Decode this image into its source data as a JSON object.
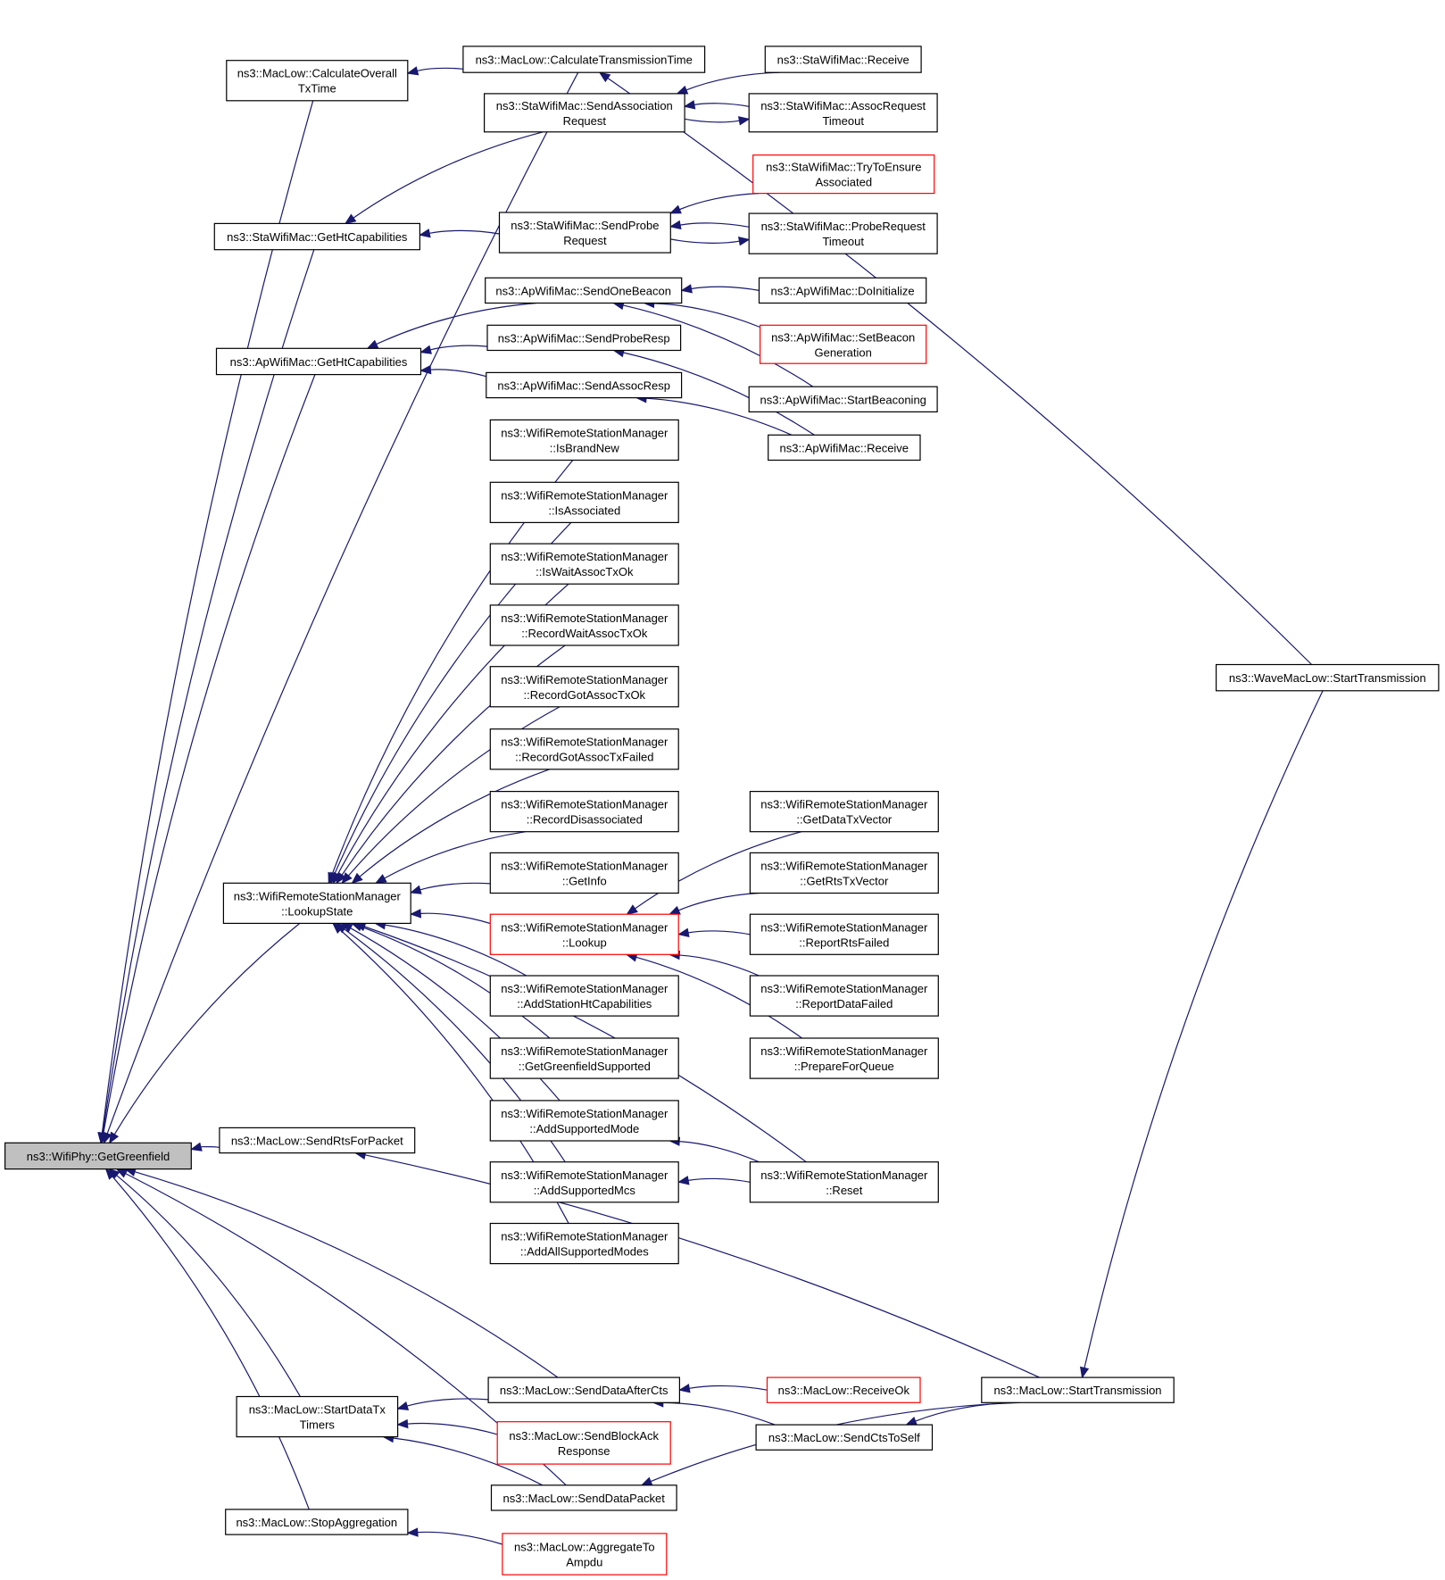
{
  "graph": {
    "title": "",
    "colors": {
      "edge": "#191970",
      "node_border": "#000000",
      "truncated_border": "#ff0000",
      "root_fill": "#c0c0c0"
    },
    "nodes": [
      {
        "id": "n_root",
        "lines": [
          "ns3::WifiPhy::GetGreenfield"
        ],
        "root": true
      },
      {
        "id": "n_calcoverall",
        "lines": [
          "ns3::MacLow::CalculateOverall",
          "TxTime"
        ]
      },
      {
        "id": "n_calctrans",
        "lines": [
          "ns3::MacLow::CalculateTransmissionTime"
        ]
      },
      {
        "id": "n_wave_starttx",
        "lines": [
          "ns3::WaveMacLow::StartTransmission"
        ]
      },
      {
        "id": "n_sta_recv",
        "lines": [
          "ns3::StaWifiMac::Receive"
        ]
      },
      {
        "id": "n_sta_sendassoc",
        "lines": [
          "ns3::StaWifiMac::SendAssociation",
          "Request"
        ]
      },
      {
        "id": "n_sta_assoctimeout",
        "lines": [
          "ns3::StaWifiMac::AssocRequest",
          "Timeout"
        ]
      },
      {
        "id": "n_sta_trytoensure",
        "lines": [
          "ns3::StaWifiMac::TryToEnsure",
          "Associated"
        ],
        "truncated": true
      },
      {
        "id": "n_sta_gethtcap",
        "lines": [
          "ns3::StaWifiMac::GetHtCapabilities"
        ]
      },
      {
        "id": "n_sta_sendprobe",
        "lines": [
          "ns3::StaWifiMac::SendProbe",
          "Request"
        ]
      },
      {
        "id": "n_sta_probetimeout",
        "lines": [
          "ns3::StaWifiMac::ProbeRequest",
          "Timeout"
        ]
      },
      {
        "id": "n_ap_sendonebeacon",
        "lines": [
          "ns3::ApWifiMac::SendOneBeacon"
        ]
      },
      {
        "id": "n_ap_doinit",
        "lines": [
          "ns3::ApWifiMac::DoInitialize"
        ]
      },
      {
        "id": "n_ap_setbeacon",
        "lines": [
          "ns3::ApWifiMac::SetBeacon",
          "Generation"
        ],
        "truncated": true
      },
      {
        "id": "n_ap_gethtcap",
        "lines": [
          "ns3::ApWifiMac::GetHtCapabilities"
        ]
      },
      {
        "id": "n_ap_sendproberesp",
        "lines": [
          "ns3::ApWifiMac::SendProbeResp"
        ]
      },
      {
        "id": "n_ap_sendassocresp",
        "lines": [
          "ns3::ApWifiMac::SendAssocResp"
        ]
      },
      {
        "id": "n_ap_startbeacon",
        "lines": [
          "ns3::ApWifiMac::StartBeaconing"
        ]
      },
      {
        "id": "n_ap_recv",
        "lines": [
          "ns3::ApWifiMac::Receive"
        ]
      },
      {
        "id": "n_wrsm_isbrandnew",
        "lines": [
          "ns3::WifiRemoteStationManager",
          "::IsBrandNew"
        ]
      },
      {
        "id": "n_wrsm_isassoc",
        "lines": [
          "ns3::WifiRemoteStationManager",
          "::IsAssociated"
        ]
      },
      {
        "id": "n_wrsm_iswait",
        "lines": [
          "ns3::WifiRemoteStationManager",
          "::IsWaitAssocTxOk"
        ]
      },
      {
        "id": "n_wrsm_recwait",
        "lines": [
          "ns3::WifiRemoteStationManager",
          "::RecordWaitAssocTxOk"
        ]
      },
      {
        "id": "n_wrsm_recgotok",
        "lines": [
          "ns3::WifiRemoteStationManager",
          "::RecordGotAssocTxOk"
        ]
      },
      {
        "id": "n_wrsm_recgotfailed",
        "lines": [
          "ns3::WifiRemoteStationManager",
          "::RecordGotAssocTxFailed"
        ]
      },
      {
        "id": "n_wrsm_recdisassoc",
        "lines": [
          "ns3::WifiRemoteStationManager",
          "::RecordDisassociated"
        ]
      },
      {
        "id": "n_wrsm_getinfo",
        "lines": [
          "ns3::WifiRemoteStationManager",
          "::GetInfo"
        ]
      },
      {
        "id": "n_wrsm_lookupstate",
        "lines": [
          "ns3::WifiRemoteStationManager",
          "::LookupState"
        ]
      },
      {
        "id": "n_wrsm_lookup",
        "lines": [
          "ns3::WifiRemoteStationManager",
          "::Lookup"
        ],
        "truncated": true
      },
      {
        "id": "n_wrsm_addhtcap",
        "lines": [
          "ns3::WifiRemoteStationManager",
          "::AddStationHtCapabilities"
        ]
      },
      {
        "id": "n_wrsm_getgreen",
        "lines": [
          "ns3::WifiRemoteStationManager",
          "::GetGreenfieldSupported"
        ]
      },
      {
        "id": "n_wrsm_addmode",
        "lines": [
          "ns3::WifiRemoteStationManager",
          "::AddSupportedMode"
        ]
      },
      {
        "id": "n_wrsm_addmcs",
        "lines": [
          "ns3::WifiRemoteStationManager",
          "::AddSupportedMcs"
        ]
      },
      {
        "id": "n_wrsm_addall",
        "lines": [
          "ns3::WifiRemoteStationManager",
          "::AddAllSupportedModes"
        ]
      },
      {
        "id": "n_wrsm_getdatatx",
        "lines": [
          "ns3::WifiRemoteStationManager",
          "::GetDataTxVector"
        ]
      },
      {
        "id": "n_wrsm_getrtstx",
        "lines": [
          "ns3::WifiRemoteStationManager",
          "::GetRtsTxVector"
        ]
      },
      {
        "id": "n_wrsm_reprts",
        "lines": [
          "ns3::WifiRemoteStationManager",
          "::ReportRtsFailed"
        ]
      },
      {
        "id": "n_wrsm_repdata",
        "lines": [
          "ns3::WifiRemoteStationManager",
          "::ReportDataFailed"
        ]
      },
      {
        "id": "n_wrsm_prepare",
        "lines": [
          "ns3::WifiRemoteStationManager",
          "::PrepareForQueue"
        ]
      },
      {
        "id": "n_wrsm_reset",
        "lines": [
          "ns3::WifiRemoteStationManager",
          "::Reset"
        ]
      },
      {
        "id": "n_sendrts",
        "lines": [
          "ns3::MacLow::SendRtsForPacket"
        ]
      },
      {
        "id": "n_startdatatx",
        "lines": [
          "ns3::MacLow::StartDataTx",
          "Timers"
        ]
      },
      {
        "id": "n_senddataaftercts",
        "lines": [
          "ns3::MacLow::SendDataAfterCts"
        ]
      },
      {
        "id": "n_receiveok",
        "lines": [
          "ns3::MacLow::ReceiveOk"
        ],
        "truncated": true
      },
      {
        "id": "n_starttx",
        "lines": [
          "ns3::MacLow::StartTransmission"
        ]
      },
      {
        "id": "n_sendctstoself",
        "lines": [
          "ns3::MacLow::SendCtsToSelf"
        ]
      },
      {
        "id": "n_sendblockack",
        "lines": [
          "ns3::MacLow::SendBlockAck",
          "Response"
        ],
        "truncated": true
      },
      {
        "id": "n_senddatapacket",
        "lines": [
          "ns3::MacLow::SendDataPacket"
        ]
      },
      {
        "id": "n_stopagg",
        "lines": [
          "ns3::MacLow::StopAggregation"
        ]
      },
      {
        "id": "n_aggtoampdu",
        "lines": [
          "ns3::MacLow::AggregateTo",
          "Ampdu"
        ],
        "truncated": true
      }
    ],
    "edges": [
      {
        "from": "n_calcoverall",
        "to": "n_root"
      },
      {
        "from": "n_calctrans",
        "to": "n_root"
      },
      {
        "from": "n_sta_gethtcap",
        "to": "n_root"
      },
      {
        "from": "n_ap_gethtcap",
        "to": "n_root"
      },
      {
        "from": "n_wrsm_lookupstate",
        "to": "n_root"
      },
      {
        "from": "n_sendrts",
        "to": "n_root"
      },
      {
        "from": "n_senddataaftercts",
        "to": "n_root"
      },
      {
        "from": "n_startdatatx",
        "to": "n_root"
      },
      {
        "from": "n_senddatapacket",
        "to": "n_root"
      },
      {
        "from": "n_stopagg",
        "to": "n_root"
      },
      {
        "from": "n_calctrans",
        "to": "n_calcoverall"
      },
      {
        "from": "n_wave_starttx",
        "to": "n_calctrans"
      },
      {
        "from": "n_sta_sendassoc",
        "to": "n_sta_gethtcap"
      },
      {
        "from": "n_sta_sendprobe",
        "to": "n_sta_gethtcap"
      },
      {
        "from": "n_sta_recv",
        "to": "n_sta_sendassoc"
      },
      {
        "from": "n_sta_assoctimeout",
        "to": "n_sta_sendassoc"
      },
      {
        "from": "n_sta_sendassoc",
        "to": "n_sta_assoctimeout"
      },
      {
        "from": "n_sta_trytoensure",
        "to": "n_sta_sendprobe"
      },
      {
        "from": "n_sta_probetimeout",
        "to": "n_sta_sendprobe"
      },
      {
        "from": "n_sta_sendprobe",
        "to": "n_sta_probetimeout"
      },
      {
        "from": "n_ap_sendonebeacon",
        "to": "n_ap_gethtcap"
      },
      {
        "from": "n_ap_sendproberesp",
        "to": "n_ap_gethtcap"
      },
      {
        "from": "n_ap_sendassocresp",
        "to": "n_ap_gethtcap"
      },
      {
        "from": "n_ap_doinit",
        "to": "n_ap_sendonebeacon"
      },
      {
        "from": "n_ap_setbeacon",
        "to": "n_ap_sendonebeacon"
      },
      {
        "from": "n_ap_startbeacon",
        "to": "n_ap_sendonebeacon"
      },
      {
        "from": "n_ap_recv",
        "to": "n_ap_sendproberesp"
      },
      {
        "from": "n_ap_recv",
        "to": "n_ap_sendassocresp"
      },
      {
        "from": "n_wrsm_isbrandnew",
        "to": "n_wrsm_lookupstate"
      },
      {
        "from": "n_wrsm_isassoc",
        "to": "n_wrsm_lookupstate"
      },
      {
        "from": "n_wrsm_iswait",
        "to": "n_wrsm_lookupstate"
      },
      {
        "from": "n_wrsm_recwait",
        "to": "n_wrsm_lookupstate"
      },
      {
        "from": "n_wrsm_recgotok",
        "to": "n_wrsm_lookupstate"
      },
      {
        "from": "n_wrsm_recgotfailed",
        "to": "n_wrsm_lookupstate"
      },
      {
        "from": "n_wrsm_recdisassoc",
        "to": "n_wrsm_lookupstate"
      },
      {
        "from": "n_wrsm_getinfo",
        "to": "n_wrsm_lookupstate"
      },
      {
        "from": "n_wrsm_lookup",
        "to": "n_wrsm_lookupstate"
      },
      {
        "from": "n_wrsm_addhtcap",
        "to": "n_wrsm_lookupstate"
      },
      {
        "from": "n_wrsm_getgreen",
        "to": "n_wrsm_lookupstate"
      },
      {
        "from": "n_wrsm_addmode",
        "to": "n_wrsm_lookupstate"
      },
      {
        "from": "n_wrsm_addmcs",
        "to": "n_wrsm_lookupstate"
      },
      {
        "from": "n_wrsm_addall",
        "to": "n_wrsm_lookupstate"
      },
      {
        "from": "n_wrsm_reset",
        "to": "n_wrsm_lookupstate"
      },
      {
        "from": "n_wrsm_getdatatx",
        "to": "n_wrsm_lookup"
      },
      {
        "from": "n_wrsm_getrtstx",
        "to": "n_wrsm_lookup"
      },
      {
        "from": "n_wrsm_reprts",
        "to": "n_wrsm_lookup"
      },
      {
        "from": "n_wrsm_repdata",
        "to": "n_wrsm_lookup"
      },
      {
        "from": "n_wrsm_prepare",
        "to": "n_wrsm_lookup"
      },
      {
        "from": "n_wrsm_reset",
        "to": "n_wrsm_addmode"
      },
      {
        "from": "n_wrsm_reset",
        "to": "n_wrsm_addmcs"
      },
      {
        "from": "n_starttx",
        "to": "n_sendrts"
      },
      {
        "from": "n_senddataaftercts",
        "to": "n_startdatatx"
      },
      {
        "from": "n_sendblockack",
        "to": "n_startdatatx"
      },
      {
        "from": "n_senddatapacket",
        "to": "n_startdatatx"
      },
      {
        "from": "n_receiveok",
        "to": "n_senddataaftercts"
      },
      {
        "from": "n_sendctstoself",
        "to": "n_senddataaftercts"
      },
      {
        "from": "n_starttx",
        "to": "n_sendctstoself"
      },
      {
        "from": "n_starttx",
        "to": "n_senddatapacket"
      },
      {
        "from": "n_wave_starttx",
        "to": "n_starttx"
      },
      {
        "from": "n_aggtoampdu",
        "to": "n_stopagg"
      }
    ]
  }
}
